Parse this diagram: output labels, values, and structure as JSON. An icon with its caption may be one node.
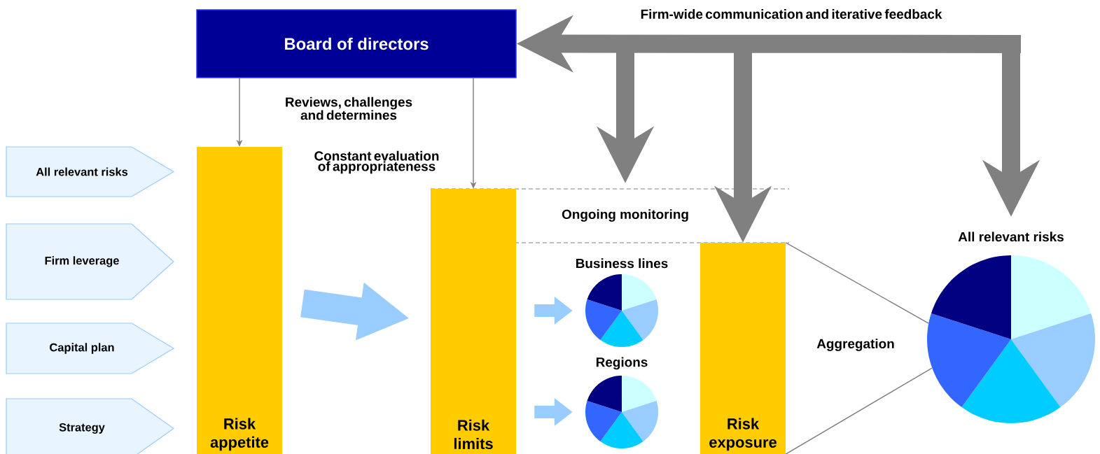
{
  "diagram": {
    "nodes": [
      {
        "text": [
          "Board of directors"
        ]
      },
      {
        "text": [
          "All relevant risks"
        ]
      },
      {
        "text": [
          "Firm leverage"
        ]
      },
      {
        "text": [
          "Capital plan"
        ]
      },
      {
        "text": [
          "Strategy"
        ]
      },
      {
        "text": [
          "Risk appetite"
        ]
      },
      {
        "text": [
          "Risk limits"
        ]
      },
      {
        "text": [
          "Ongoing monitoring"
        ]
      },
      {
        "text": [
          "Business lines"
        ]
      },
      {
        "text": [
          "Regions"
        ]
      },
      {
        "text": [
          "Risk exposure"
        ]
      },
      {
        "text": [
          "All relevant risks"
        ]
      }
    ],
    "edges": [
      {
        "from": 0,
        "to": 5,
        "arrow": "to"
      },
      {
        "from": 0,
        "to": 6,
        "arrow": "to",
        "label": "Constant evaluation of appropriateness"
      },
      {
        "from": null,
        "to": 0,
        "arrow": "to"
      },
      {
        "from": null,
        "to": 7,
        "arrow": "to"
      },
      {
        "from": null,
        "to": 10,
        "arrow": "to"
      },
      {
        "from": null,
        "to": 11,
        "arrow": "to"
      },
      {
        "from": 5,
        "to": 6,
        "arrow": "to",
        "style": "thick",
        "color": "#99ccff"
      },
      {
        "from": 6,
        "to": 8,
        "arrow": "to",
        "color": "#99ccff"
      },
      {
        "from": 6,
        "to": 9,
        "arrow": "to",
        "color": "#99ccff"
      },
      {
        "from": 10,
        "to": 11,
        "arrow": "none",
        "label": "Aggregation"
      },
      {
        "from": 10,
        "to": 11,
        "arrow": "none"
      }
    ],
    "labels": [
      "Firm-wide communication and iterative feedback",
      "Reviews, challenges and determines"
    ]
  }
}
